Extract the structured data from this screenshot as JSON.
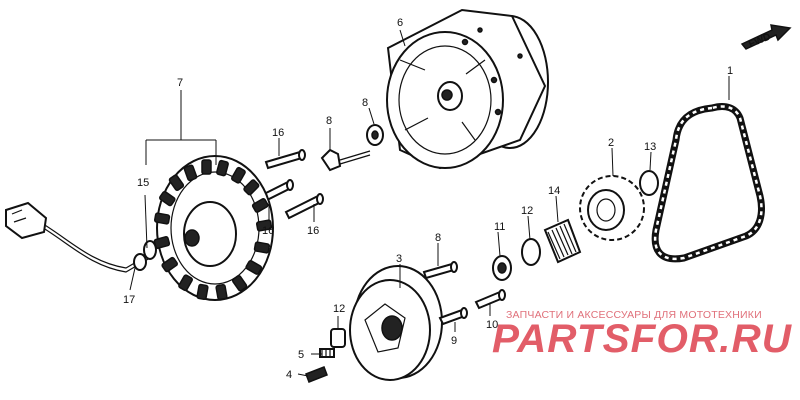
{
  "direction_label": "FWD",
  "callouts": [
    {
      "id": "c1",
      "text": "1"
    },
    {
      "id": "c2",
      "text": "2"
    },
    {
      "id": "c3",
      "text": "3"
    },
    {
      "id": "c4",
      "text": "4"
    },
    {
      "id": "c5",
      "text": "5"
    },
    {
      "id": "c6",
      "text": "6"
    },
    {
      "id": "c7",
      "text": "7"
    },
    {
      "id": "c8a",
      "text": "8"
    },
    {
      "id": "c8b",
      "text": "8"
    },
    {
      "id": "c8c",
      "text": "8"
    },
    {
      "id": "c9",
      "text": "9"
    },
    {
      "id": "c10",
      "text": "10"
    },
    {
      "id": "c11",
      "text": "11"
    },
    {
      "id": "c12a",
      "text": "12"
    },
    {
      "id": "c12b",
      "text": "12"
    },
    {
      "id": "c13",
      "text": "13"
    },
    {
      "id": "c14",
      "text": "14"
    },
    {
      "id": "c15",
      "text": "15"
    },
    {
      "id": "c16a",
      "text": "16"
    },
    {
      "id": "c16b",
      "text": "16"
    },
    {
      "id": "c16c",
      "text": "16"
    },
    {
      "id": "c17",
      "text": "17"
    }
  ],
  "watermark": {
    "tagline": "ЗАПЧАСТИ И АКСЕССУАРЫ ДЛЯ МОТОТЕХНИКИ",
    "logo": "PARTSFOR.RU"
  },
  "colors": {
    "ink": "#111111",
    "watermark": "#e25d68"
  }
}
